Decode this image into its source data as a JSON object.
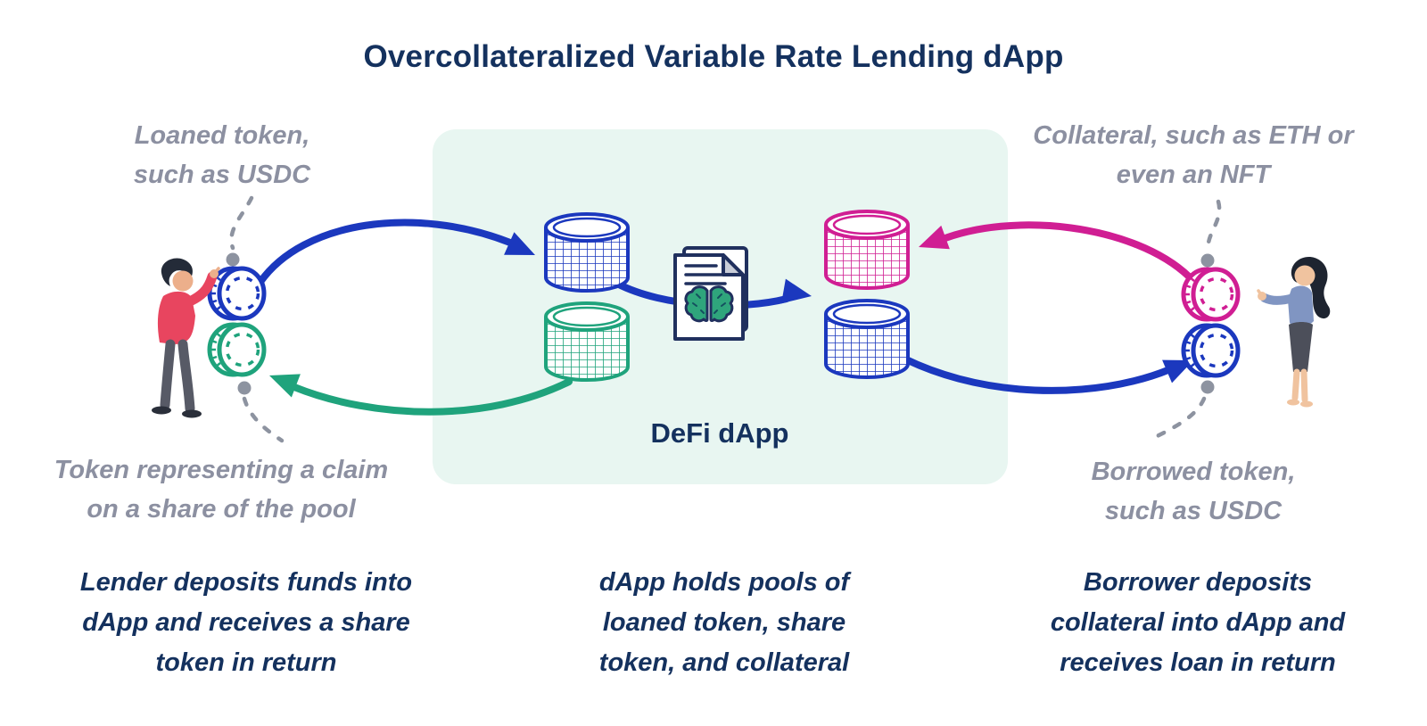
{
  "title": "Overcollateralized Variable Rate Lending dApp",
  "dapp": {
    "label": "DeFi dApp"
  },
  "annotations": {
    "loaned": {
      "line1": "Loaned token,",
      "line2": "such as USDC"
    },
    "collateral": {
      "line1": "Collateral, such as ETH or",
      "line2": "even an NFT"
    },
    "share": {
      "line1": "Token representing a claim",
      "line2": "on a share of the pool"
    },
    "borrowed": {
      "line1": "Borrowed token,",
      "line2": "such as USDC"
    }
  },
  "captions": {
    "lender": {
      "line1": "Lender deposits funds into",
      "line2": "dApp and receives a share",
      "line3": "token in return"
    },
    "dapp": {
      "line1": "dApp holds pools of",
      "line2": "loaned token, share",
      "line3": "token, and collateral"
    },
    "borrower": {
      "line1": "Borrower deposits",
      "line2": "collateral into dApp and",
      "line3": "receives loan in return"
    }
  },
  "icons": {
    "lender": "person-pointing-icon",
    "borrower": "person-gesturing-icon",
    "coin": "outlined-coin-icon",
    "pool": "coin-stack-cylinder-icon",
    "document": "smart-contract-document-icon",
    "brain": "brain-icon"
  },
  "colors": {
    "navy_text": "#14315E",
    "gray_text": "#8C90A1",
    "blue": "#1B38BE",
    "green": "#1FA37C",
    "pink": "#D01E93",
    "mint_box": "#E8F6F1",
    "connector_gray": "#8D93A0",
    "shirt_red": "#E8455F",
    "top_slate": "#8095C2"
  }
}
